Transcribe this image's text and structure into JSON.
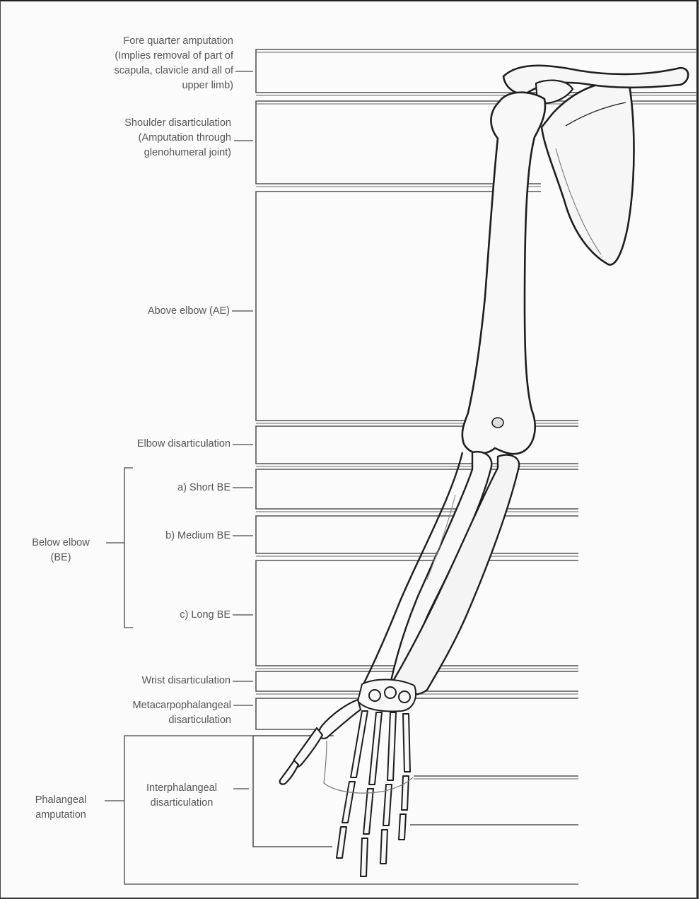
{
  "labels": {
    "fore_quarter": [
      "Fore quarter amputation",
      "(Implies removal of part of",
      "scapula, clavicle and all of",
      "upper limb)"
    ],
    "shoulder": [
      "Shoulder disarticulation",
      "(Amputation through",
      "glenohumeral joint)"
    ],
    "above_elbow": "Above elbow (AE)",
    "elbow": "Elbow disarticulation",
    "below_elbow": [
      "Below elbow",
      "(BE)"
    ],
    "short_be": "a) Short BE",
    "medium_be": "b) Medium BE",
    "long_be": "c) Long BE",
    "wrist": "Wrist disarticulation",
    "metacarpo": [
      "Metacarpophalangeal",
      "disarticulation"
    ],
    "phalangeal": [
      "Phalangeal",
      "amputation"
    ],
    "interphalangeal": [
      "Interphalangeal",
      "disarticulation"
    ]
  },
  "colors": {
    "ink": "#555555",
    "bone": "#f7f7f7",
    "bone_outline": "#222222",
    "frame": "#222222"
  }
}
